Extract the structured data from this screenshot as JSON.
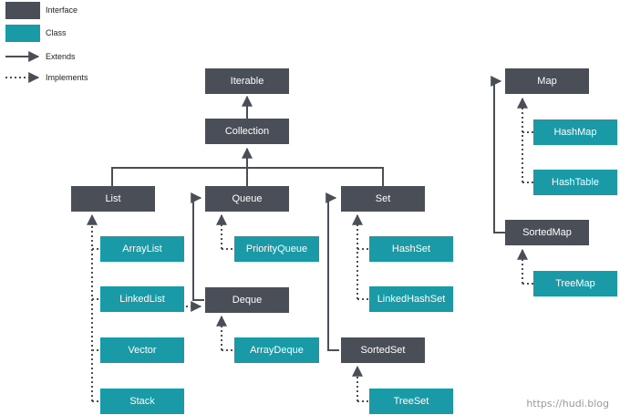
{
  "legend": {
    "interface": "Interface",
    "class": "Class",
    "extends": "Extends",
    "implements": "Implements"
  },
  "nodes": {
    "iterable": "Iterable",
    "collection": "Collection",
    "list": "List",
    "queue": "Queue",
    "set": "Set",
    "arraylist": "ArrayList",
    "linkedlist": "LinkedList",
    "vector": "Vector",
    "stack": "Stack",
    "priorityqueue": "PriorityQueue",
    "deque": "Deque",
    "arraydeque": "ArrayDeque",
    "hashset": "HashSet",
    "linkedhashset": "LinkedHashSet",
    "sortedset": "SortedSet",
    "treeset": "TreeSet",
    "map": "Map",
    "hashmap": "HashMap",
    "hashtable": "HashTable",
    "sortedmap": "SortedMap",
    "treemap": "TreeMap"
  },
  "colors": {
    "interface": "#4a4e57",
    "class": "#1a9aa6",
    "line": "#4a4e57"
  },
  "watermark": "https://hudi.blog"
}
